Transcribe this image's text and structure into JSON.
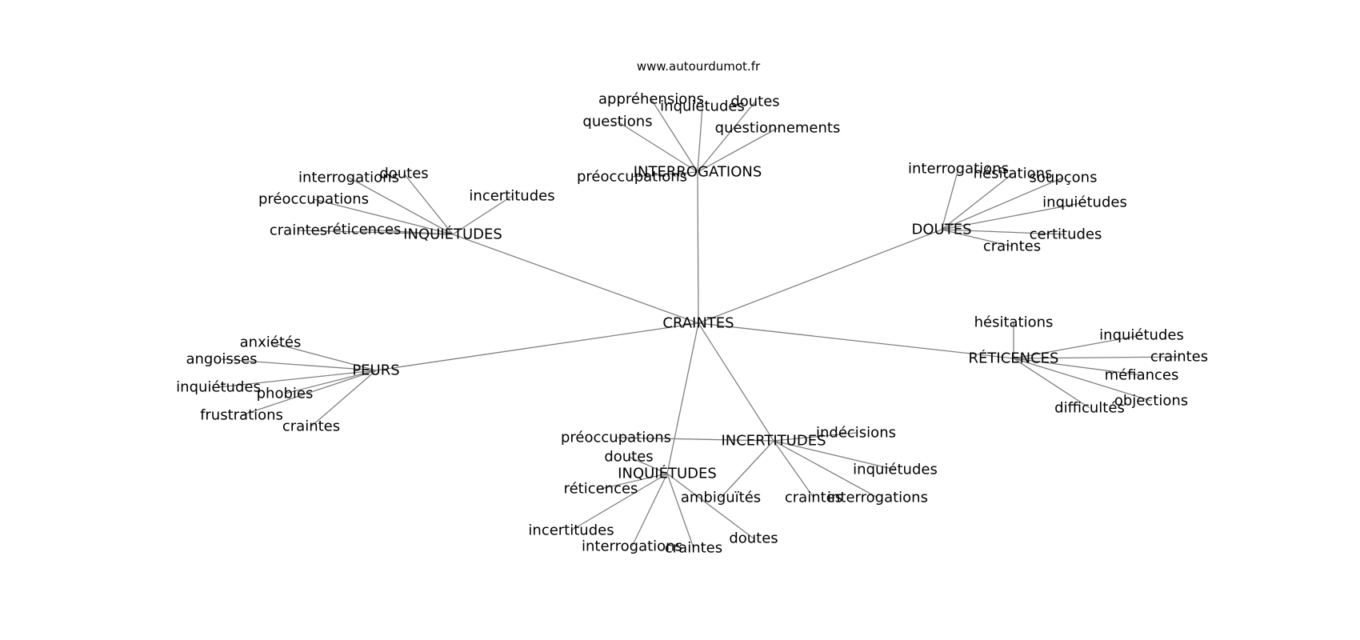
{
  "watermark": "www.autourdumot.fr",
  "colors": {
    "edge": "#808080",
    "text": "#000000",
    "background": "#ffffff"
  },
  "graph": {
    "center": {
      "id": "c",
      "label": "CRAINTES"
    },
    "hubs": [
      {
        "id": "h1",
        "label": "INTERROGATIONS",
        "leaves": [
          "appréhensions",
          "inquiétudes",
          "doutes",
          "questions",
          "questionnements",
          "préoccupations"
        ]
      },
      {
        "id": "h2",
        "label": "INQUIÉTUDES",
        "leaves": [
          "interrogations",
          "doutes",
          "incertitudes",
          "préoccupations",
          "craintes",
          "réticences"
        ]
      },
      {
        "id": "h3",
        "label": "DOUTES",
        "leaves": [
          "interrogations",
          "hésitations",
          "soupçons",
          "inquiétudes",
          "certitudes",
          "craintes"
        ]
      },
      {
        "id": "h4",
        "label": "PEURS",
        "leaves": [
          "anxiétés",
          "angoisses",
          "inquiétudes",
          "phobies",
          "frustrations",
          "craintes"
        ]
      },
      {
        "id": "h5",
        "label": "RÉTICENCES",
        "leaves": [
          "hésitations",
          "inquiétudes",
          "craintes",
          "méfiances",
          "objections",
          "difficultés"
        ]
      },
      {
        "id": "h6",
        "label": "INCERTITUDES",
        "leaves": [
          "indécisions",
          "préoccupations",
          "inquiétudes",
          "ambiguïtés",
          "craintes",
          "interrogations"
        ]
      },
      {
        "id": "h7",
        "label": "INQUIÉTUDES",
        "leaves": [
          "doutes",
          "réticences",
          "incertitudes",
          "interrogations",
          "craintes",
          "doutes"
        ]
      }
    ]
  }
}
